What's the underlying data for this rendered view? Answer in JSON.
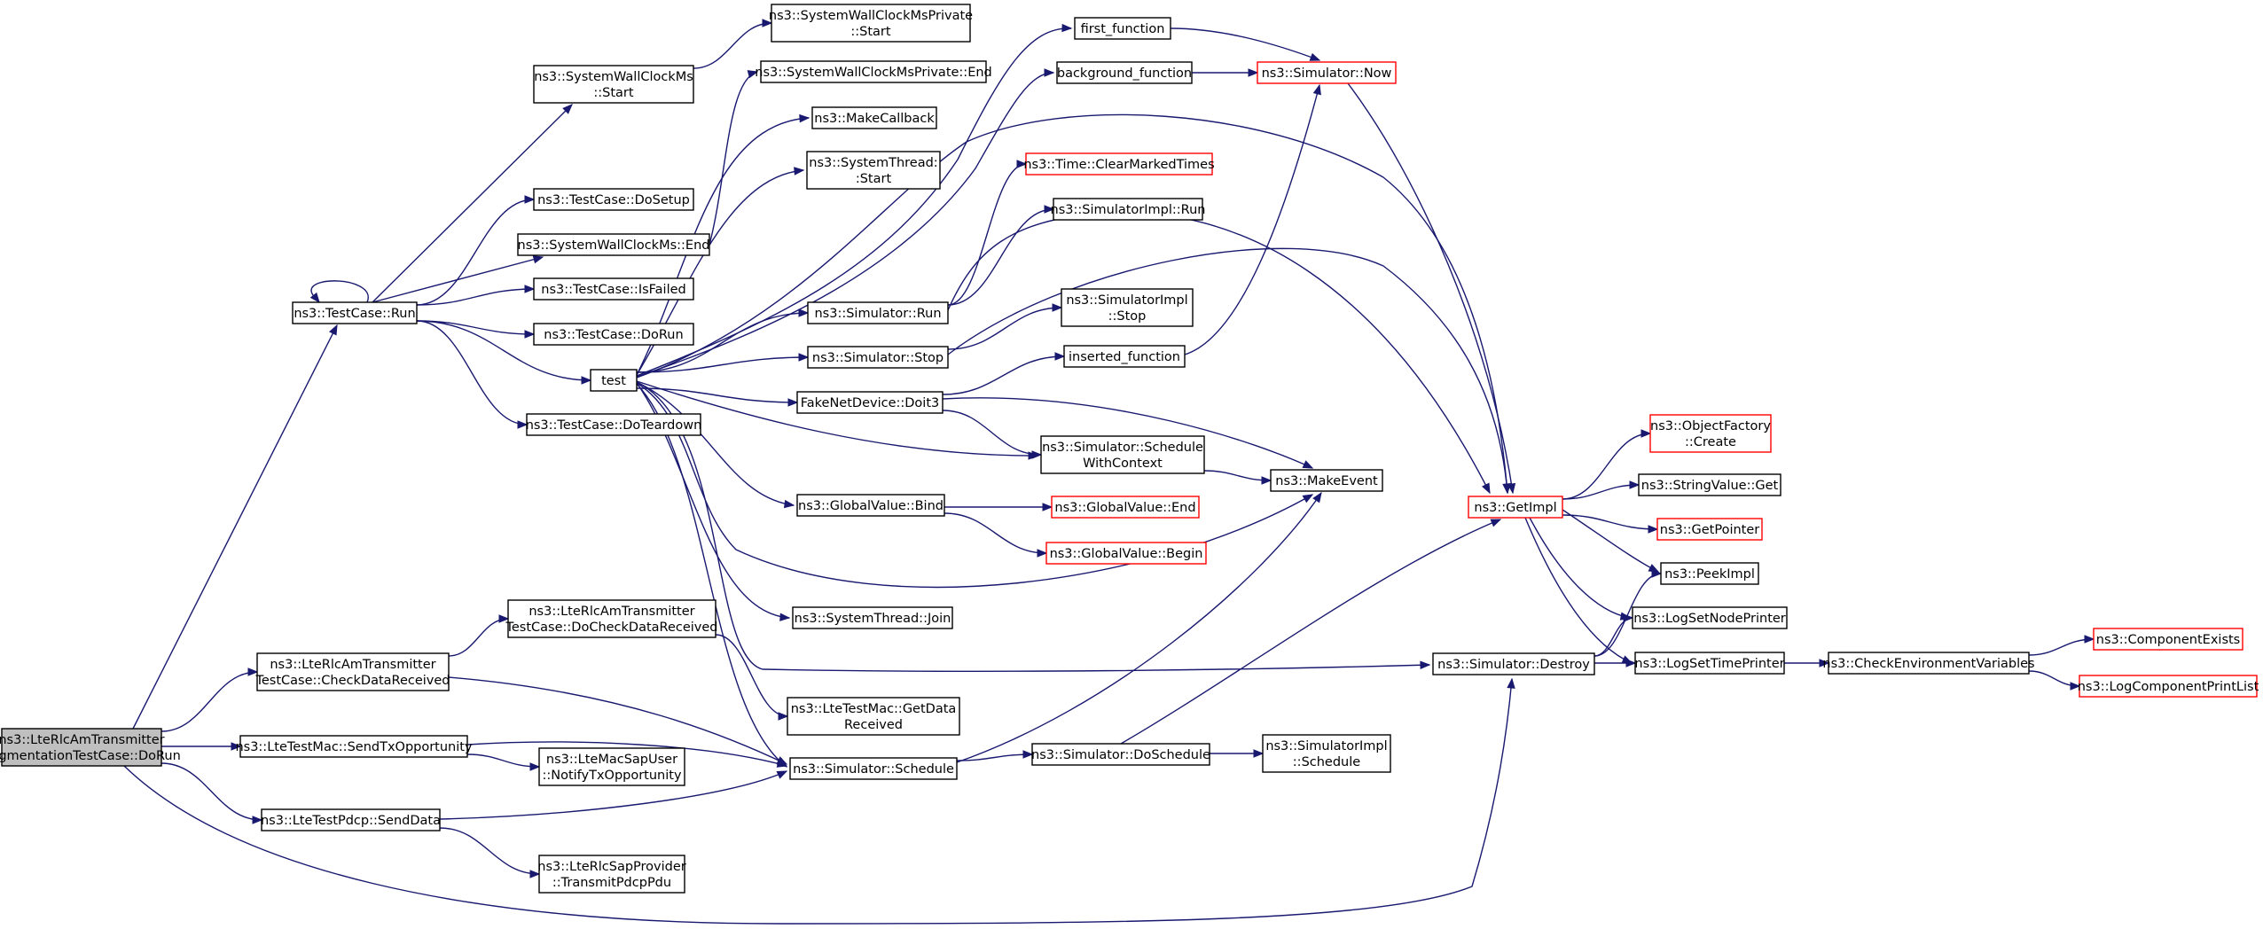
{
  "colors": {
    "edge": "#191970",
    "node_border": "#000000",
    "node_border_truncated": "#ff0000",
    "root_fill": "#bfbfbf",
    "node_fill": "#ffffff"
  },
  "nodes": [
    {
      "id": "root",
      "lines": [
        "ns3::LteRlcAmTransmitter",
        "SegmentationTestCase::DoRun"
      ],
      "style": "root"
    },
    {
      "id": "tc_run",
      "lines": [
        "ns3::TestCase::Run"
      ],
      "style": "normal"
    },
    {
      "id": "check_data_received",
      "lines": [
        "ns3::LteRlcAmTransmitter",
        "TestCase::CheckDataReceived"
      ],
      "style": "normal"
    },
    {
      "id": "send_tx_opp",
      "lines": [
        "ns3::LteTestMac::SendTxOpportunity"
      ],
      "style": "normal"
    },
    {
      "id": "pdcp_send",
      "lines": [
        "ns3::LteTestPdcp::SendData"
      ],
      "style": "normal"
    },
    {
      "id": "swc_start",
      "lines": [
        "ns3::SystemWallClockMs",
        "::Start"
      ],
      "style": "normal"
    },
    {
      "id": "tc_dosetup",
      "lines": [
        "ns3::TestCase::DoSetup"
      ],
      "style": "normal"
    },
    {
      "id": "swc_end",
      "lines": [
        "ns3::SystemWallClockMs::End"
      ],
      "style": "normal"
    },
    {
      "id": "tc_isfailed",
      "lines": [
        "ns3::TestCase::IsFailed"
      ],
      "style": "normal"
    },
    {
      "id": "tc_dorun",
      "lines": [
        "ns3::TestCase::DoRun"
      ],
      "style": "normal"
    },
    {
      "id": "test",
      "lines": [
        "test"
      ],
      "style": "normal"
    },
    {
      "id": "tc_doteardown",
      "lines": [
        "ns3::TestCase::DoTeardown"
      ],
      "style": "normal"
    },
    {
      "id": "docheck",
      "lines": [
        "ns3::LteRlcAmTransmitter",
        "TestCase::DoCheckDataReceived"
      ],
      "style": "normal"
    },
    {
      "id": "notify_tx",
      "lines": [
        "ns3::LteMacSapUser",
        "::NotifyTxOpportunity"
      ],
      "style": "normal"
    },
    {
      "id": "transmit_pdu",
      "lines": [
        "ns3::LteRlcSapProvider",
        "::TransmitPdcpPdu"
      ],
      "style": "normal"
    },
    {
      "id": "swcp_start",
      "lines": [
        "ns3::SystemWallClockMsPrivate",
        "::Start"
      ],
      "style": "normal"
    },
    {
      "id": "swcp_end",
      "lines": [
        "ns3::SystemWallClockMsPrivate::End"
      ],
      "style": "normal"
    },
    {
      "id": "make_callback",
      "lines": [
        "ns3::MakeCallback"
      ],
      "style": "normal"
    },
    {
      "id": "thread_start",
      "lines": [
        "ns3::SystemThread:",
        ":Start"
      ],
      "style": "normal"
    },
    {
      "id": "sim_run",
      "lines": [
        "ns3::Simulator::Run"
      ],
      "style": "normal"
    },
    {
      "id": "sim_stop",
      "lines": [
        "ns3::Simulator::Stop"
      ],
      "style": "normal"
    },
    {
      "id": "doit3",
      "lines": [
        "FakeNetDevice::Doit3"
      ],
      "style": "normal"
    },
    {
      "id": "gv_bind",
      "lines": [
        "ns3::GlobalValue::Bind"
      ],
      "style": "normal"
    },
    {
      "id": "thread_join",
      "lines": [
        "ns3::SystemThread::Join"
      ],
      "style": "normal"
    },
    {
      "id": "get_data_received",
      "lines": [
        "ns3::LteTestMac::GetData",
        "Received"
      ],
      "style": "normal"
    },
    {
      "id": "sim_schedule",
      "lines": [
        "ns3::Simulator::Schedule"
      ],
      "style": "normal"
    },
    {
      "id": "first_function",
      "lines": [
        "first_function"
      ],
      "style": "normal"
    },
    {
      "id": "background_function",
      "lines": [
        "background_function"
      ],
      "style": "normal"
    },
    {
      "id": "clear_marked",
      "lines": [
        "ns3::Time::ClearMarkedTimes"
      ],
      "style": "truncated"
    },
    {
      "id": "simimpl_run",
      "lines": [
        "ns3::SimulatorImpl::Run"
      ],
      "style": "normal"
    },
    {
      "id": "simimpl_stop",
      "lines": [
        "ns3::SimulatorImpl",
        "::Stop"
      ],
      "style": "normal"
    },
    {
      "id": "inserted_function",
      "lines": [
        "inserted_function"
      ],
      "style": "normal"
    },
    {
      "id": "sched_ctx",
      "lines": [
        "ns3::Simulator::Schedule",
        "WithContext"
      ],
      "style": "normal"
    },
    {
      "id": "gv_end",
      "lines": [
        "ns3::GlobalValue::End"
      ],
      "style": "truncated"
    },
    {
      "id": "gv_begin",
      "lines": [
        "ns3::GlobalValue::Begin"
      ],
      "style": "truncated"
    },
    {
      "id": "sim_doschedule",
      "lines": [
        "ns3::Simulator::DoSchedule"
      ],
      "style": "normal"
    },
    {
      "id": "sim_now",
      "lines": [
        "ns3::Simulator::Now"
      ],
      "style": "truncated"
    },
    {
      "id": "make_event",
      "lines": [
        "ns3::MakeEvent"
      ],
      "style": "normal"
    },
    {
      "id": "simimpl_schedule",
      "lines": [
        "ns3::SimulatorImpl",
        "::Schedule"
      ],
      "style": "normal"
    },
    {
      "id": "get_impl",
      "lines": [
        "ns3::GetImpl"
      ],
      "style": "truncated"
    },
    {
      "id": "sim_destroy",
      "lines": [
        "ns3::Simulator::Destroy"
      ],
      "style": "normal"
    },
    {
      "id": "obj_factory_create",
      "lines": [
        "ns3::ObjectFactory",
        "::Create"
      ],
      "style": "truncated"
    },
    {
      "id": "stringvalue_get",
      "lines": [
        "ns3::StringValue::Get"
      ],
      "style": "normal"
    },
    {
      "id": "get_pointer",
      "lines": [
        "ns3::GetPointer"
      ],
      "style": "truncated"
    },
    {
      "id": "peek_impl",
      "lines": [
        "ns3::PeekImpl"
      ],
      "style": "normal"
    },
    {
      "id": "log_node_printer",
      "lines": [
        "ns3::LogSetNodePrinter"
      ],
      "style": "normal"
    },
    {
      "id": "log_time_printer",
      "lines": [
        "ns3::LogSetTimePrinter"
      ],
      "style": "normal"
    },
    {
      "id": "check_env",
      "lines": [
        "ns3::CheckEnvironmentVariables"
      ],
      "style": "normal"
    },
    {
      "id": "component_exists",
      "lines": [
        "ns3::ComponentExists"
      ],
      "style": "truncated"
    },
    {
      "id": "log_component_list",
      "lines": [
        "ns3::LogComponentPrintList"
      ],
      "style": "truncated"
    }
  ],
  "edges": [
    [
      "root",
      "tc_run"
    ],
    [
      "root",
      "check_data_received"
    ],
    [
      "root",
      "send_tx_opp"
    ],
    [
      "root",
      "pdcp_send"
    ],
    [
      "root",
      "sim_destroy"
    ],
    [
      "tc_run",
      "tc_run"
    ],
    [
      "tc_run",
      "swc_start"
    ],
    [
      "tc_run",
      "tc_dosetup"
    ],
    [
      "tc_run",
      "swc_end"
    ],
    [
      "tc_run",
      "tc_isfailed"
    ],
    [
      "tc_run",
      "tc_dorun"
    ],
    [
      "tc_run",
      "test"
    ],
    [
      "tc_run",
      "tc_doteardown"
    ],
    [
      "swc_start",
      "swcp_start"
    ],
    [
      "swc_end",
      "swcp_end"
    ],
    [
      "check_data_received",
      "docheck"
    ],
    [
      "check_data_received",
      "sim_schedule"
    ],
    [
      "docheck",
      "get_data_received"
    ],
    [
      "send_tx_opp",
      "notify_tx"
    ],
    [
      "send_tx_opp",
      "sim_schedule"
    ],
    [
      "pdcp_send",
      "transmit_pdu"
    ],
    [
      "pdcp_send",
      "sim_schedule"
    ],
    [
      "test",
      "make_callback"
    ],
    [
      "test",
      "thread_start"
    ],
    [
      "test",
      "first_function"
    ],
    [
      "test",
      "background_function"
    ],
    [
      "test",
      "sim_run"
    ],
    [
      "test",
      "sim_stop"
    ],
    [
      "test",
      "doit3"
    ],
    [
      "test",
      "sched_ctx"
    ],
    [
      "test",
      "gv_bind"
    ],
    [
      "test",
      "make_event"
    ],
    [
      "test",
      "thread_join"
    ],
    [
      "test",
      "sim_schedule"
    ],
    [
      "test",
      "sim_destroy"
    ],
    [
      "test",
      "get_impl"
    ],
    [
      "first_function",
      "sim_now"
    ],
    [
      "background_function",
      "sim_now"
    ],
    [
      "inserted_function",
      "sim_now"
    ],
    [
      "sim_run",
      "clear_marked"
    ],
    [
      "sim_run",
      "simimpl_run"
    ],
    [
      "sim_run",
      "get_impl"
    ],
    [
      "sim_stop",
      "simimpl_stop"
    ],
    [
      "sim_stop",
      "get_impl"
    ],
    [
      "doit3",
      "inserted_function"
    ],
    [
      "doit3",
      "sched_ctx"
    ],
    [
      "doit3",
      "make_event"
    ],
    [
      "sched_ctx",
      "make_event"
    ],
    [
      "gv_bind",
      "gv_end"
    ],
    [
      "gv_bind",
      "gv_begin"
    ],
    [
      "sim_schedule",
      "make_event"
    ],
    [
      "sim_schedule",
      "sim_doschedule"
    ],
    [
      "sim_doschedule",
      "simimpl_schedule"
    ],
    [
      "sim_doschedule",
      "get_impl"
    ],
    [
      "sim_now",
      "get_impl"
    ],
    [
      "get_impl",
      "obj_factory_create"
    ],
    [
      "get_impl",
      "stringvalue_get"
    ],
    [
      "get_impl",
      "get_pointer"
    ],
    [
      "get_impl",
      "peek_impl"
    ],
    [
      "get_impl",
      "log_node_printer"
    ],
    [
      "get_impl",
      "log_time_printer"
    ],
    [
      "sim_destroy",
      "peek_impl"
    ],
    [
      "sim_destroy",
      "log_node_printer"
    ],
    [
      "sim_destroy",
      "log_time_printer"
    ],
    [
      "log_time_printer",
      "check_env"
    ],
    [
      "check_env",
      "component_exists"
    ],
    [
      "check_env",
      "log_component_list"
    ]
  ]
}
